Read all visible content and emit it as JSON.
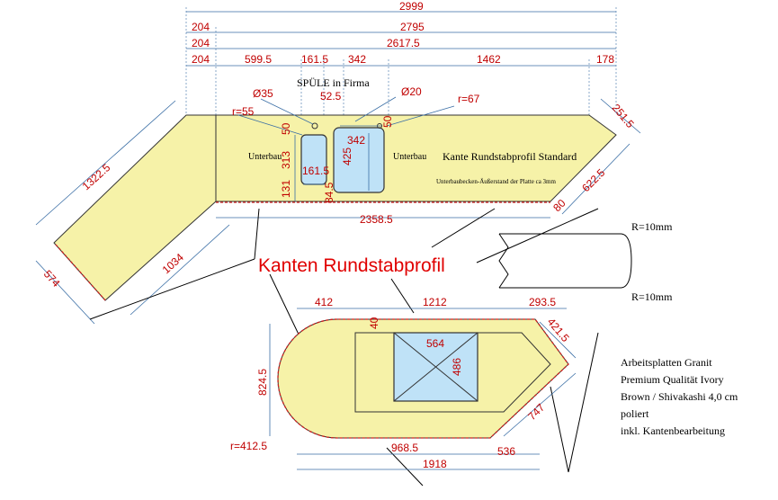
{
  "top_dims": [
    "2999",
    "204",
    "2795",
    "204",
    "2617.5",
    "204",
    "599.5",
    "161.5",
    "342",
    "1462",
    "178"
  ],
  "labels": {
    "spuele": "SPÜLE  in Firma",
    "d35": "Ø35",
    "d20": "Ø20",
    "r55": "r=55",
    "r67": "r=67",
    "d525": "52.5",
    "d50a": "50",
    "d50b": "50",
    "d313": "313",
    "d1615": "161.5",
    "d342b": "342",
    "d425": "425",
    "d131": "131",
    "d845": "84.5",
    "d2515": "251.5",
    "d6225": "622.5",
    "d80": "80",
    "d13225": "1322.5",
    "d1034": "1034",
    "d574": "574",
    "d23585": "2358.5",
    "unterbau1": "Unterbau",
    "unterbau2": "Unterbau",
    "kante_std": "Kante Rundstabprofil  Standard",
    "abstand": "Unterbaubecken-Äußerstand der Platte ca 3mm"
  },
  "profile": {
    "r_top": "R=10mm",
    "r_bottom": "R=10mm"
  },
  "callout": "Kanten Rundstabprofil",
  "island_dims": {
    "d412": "412",
    "d1212": "1212",
    "d2935": "293.5",
    "d4215": "421.5",
    "d40": "40",
    "d564": "564",
    "d486": "486",
    "d8245": "824.5",
    "d747": "747",
    "r4125": "r=412.5",
    "d9685": "968.5",
    "d536": "536",
    "d1918": "1918"
  },
  "note": [
    "Arbeitsplatten Granit",
    "Premium Qualität Ivory",
    "Brown / Shivakashi 4,0 cm",
    "poliert",
    "inkl. Kantenbearbeitung"
  ]
}
